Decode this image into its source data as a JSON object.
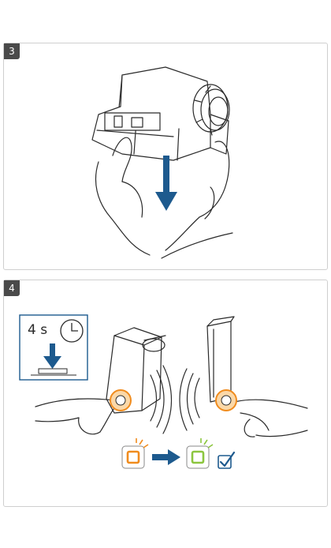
{
  "steps": [
    {
      "number": "3"
    },
    {
      "number": "4",
      "timer": {
        "label": "4 s"
      }
    }
  ],
  "colors": {
    "arrow_blue": "#1d5a8e",
    "line": "#2a2a2a",
    "led_orange": "#f08c1e",
    "led_green": "#8cc63f",
    "check_blue": "#1d5a8e",
    "panel_border": "#cfcfcf"
  },
  "icons": [
    "down-arrow-icon",
    "clock-icon",
    "right-arrow-icon",
    "checkbox-checked-icon",
    "led-orange-icon",
    "led-green-icon"
  ]
}
